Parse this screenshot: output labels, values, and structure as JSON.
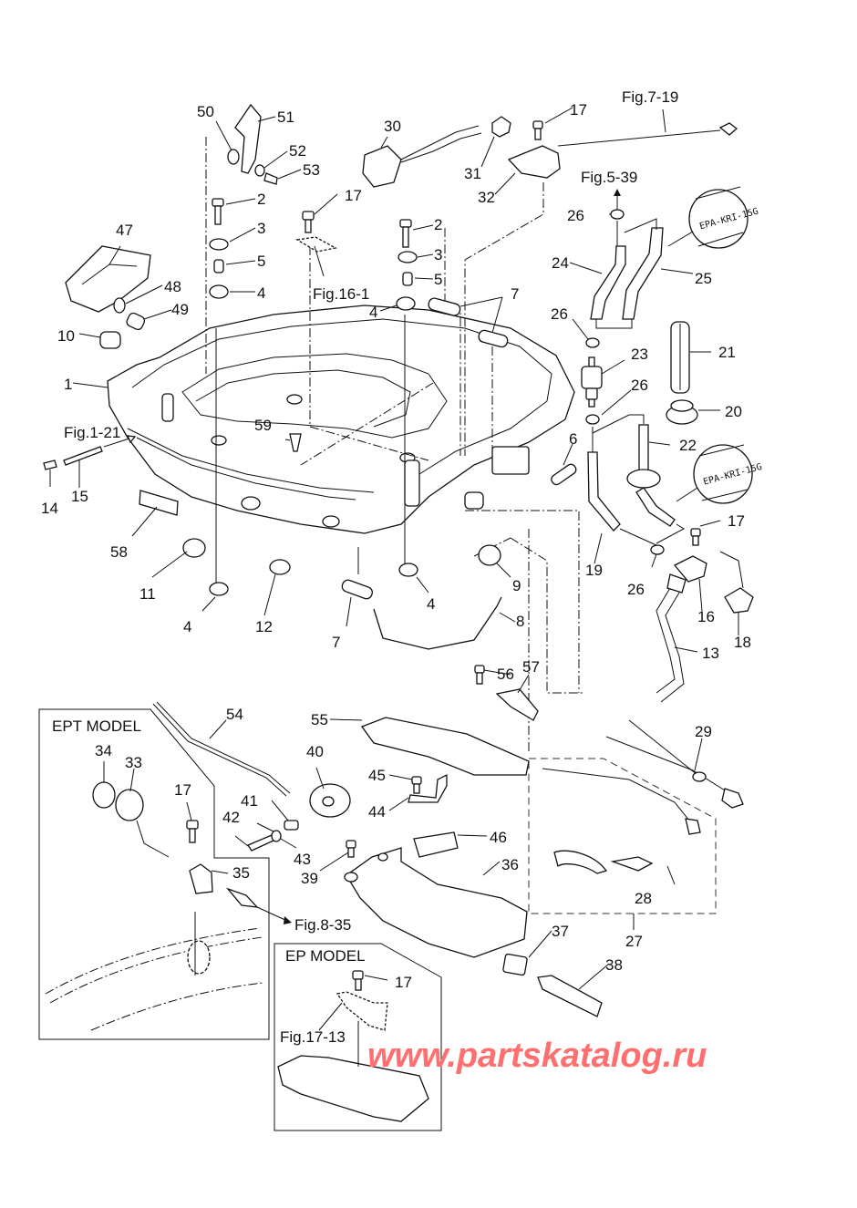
{
  "diagram": {
    "type": "exploded-parts-diagram",
    "subject": "Outboard motor bottom cowling assembly",
    "part_labels": [
      "1",
      "2",
      "3",
      "4",
      "5",
      "6",
      "7",
      "8",
      "9",
      "10",
      "11",
      "12",
      "13",
      "14",
      "15",
      "16",
      "17",
      "18",
      "19",
      "20",
      "21",
      "22",
      "23",
      "24",
      "25",
      "26",
      "27",
      "28",
      "29",
      "30",
      "31",
      "32",
      "33",
      "34",
      "35",
      "36",
      "37",
      "38",
      "39",
      "40",
      "41",
      "42",
      "43",
      "44",
      "45",
      "46",
      "47",
      "48",
      "49",
      "50",
      "51",
      "52",
      "53",
      "54",
      "55",
      "56",
      "57",
      "58",
      "59"
    ],
    "callouts": {
      "p1": "1",
      "p2a": "2",
      "p2b": "2",
      "p3a": "3",
      "p3b": "3",
      "p4a": "4",
      "p4b": "4",
      "p4c": "4",
      "p4d": "4",
      "p5a": "5",
      "p5b": "5",
      "p6": "6",
      "p7a": "7",
      "p7b": "7",
      "p8": "8",
      "p9": "9",
      "p10": "10",
      "p11": "11",
      "p12": "12",
      "p13": "13",
      "p14": "14",
      "p15": "15",
      "p16": "16",
      "p17a": "17",
      "p17b": "17",
      "p17c": "17",
      "p17d": "17",
      "p17e": "17",
      "p18": "18",
      "p19": "19",
      "p20": "20",
      "p21": "21",
      "p22": "22",
      "p23": "23",
      "p24": "24",
      "p25": "25",
      "p26a": "26",
      "p26b": "26",
      "p26c": "26",
      "p26d": "26",
      "p27": "27",
      "p28": "28",
      "p29": "29",
      "p30": "30",
      "p31": "31",
      "p32": "32",
      "p33": "33",
      "p34": "34",
      "p35": "35",
      "p36": "36",
      "p37": "37",
      "p38": "38",
      "p39": "39",
      "p40": "40",
      "p41": "41",
      "p42": "42",
      "p43": "43",
      "p44": "44",
      "p45": "45",
      "p46": "46",
      "p47": "47",
      "p48": "48",
      "p49": "49",
      "p50": "50",
      "p51": "51",
      "p52": "52",
      "p53": "53",
      "p54": "54",
      "p55": "55",
      "p56": "56",
      "p57": "57",
      "p58": "58",
      "p59": "59"
    },
    "figure_refs": {
      "fig_7_19": "Fig.7-19",
      "fig_5_39": "Fig.5-39",
      "fig_16_1": "Fig.16-1",
      "fig_1_21": "Fig.1-21",
      "fig_8_35": "Fig.8-35",
      "fig_17_13": "Fig.17-13"
    },
    "stamps": {
      "hose_stamp_top": "EPA-KRI-15G",
      "hose_stamp_bottom": "EPA-KRI-15G"
    },
    "boxes": {
      "ept_model": "EPT MODEL",
      "ep_model": "EP MODEL"
    }
  },
  "watermark": {
    "text": "www.partskatalog.ru",
    "color": "#ff6f6f"
  }
}
